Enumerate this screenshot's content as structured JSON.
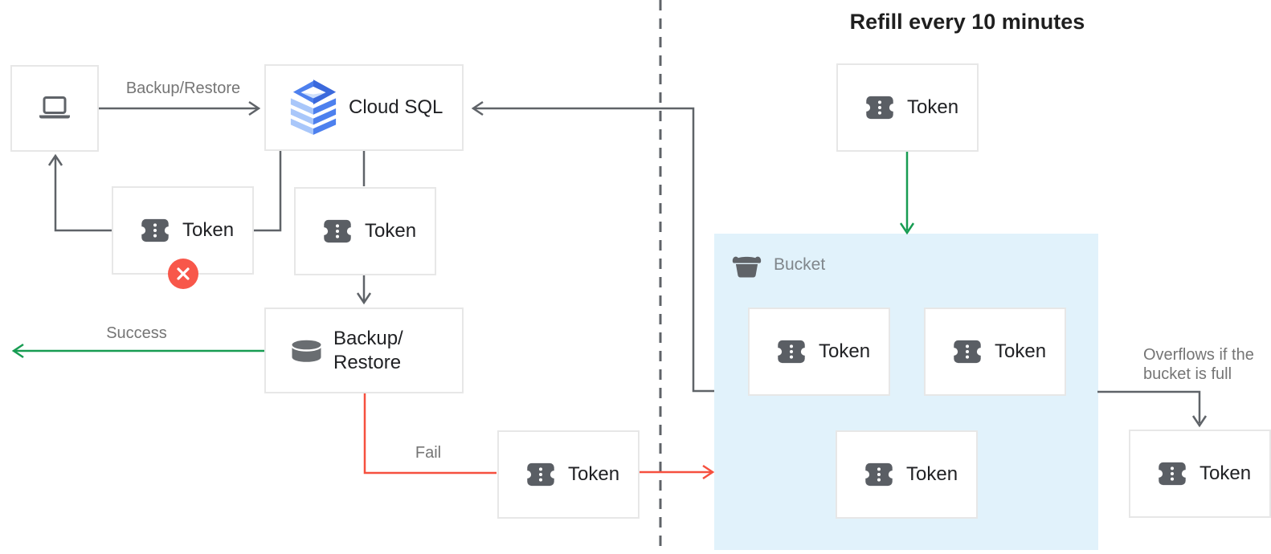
{
  "diagram": {
    "title": "Refill every 10 minutes",
    "cloud_sql": {
      "label": "Cloud SQL"
    },
    "backup_restore": {
      "lines": [
        "Backup/",
        "Restore"
      ]
    },
    "bucket": {
      "label": "Bucket"
    },
    "edge_labels": {
      "backup_restore": "Backup/Restore",
      "success": "Success",
      "fail": "Fail",
      "overflow": "Overflows if the bucket is full"
    },
    "tokens": [
      {
        "id": "token-refill",
        "label": "Token"
      },
      {
        "id": "token-denied",
        "label": "Token"
      },
      {
        "id": "token-acquired",
        "label": "Token"
      },
      {
        "id": "token-fail-return",
        "label": "Token"
      },
      {
        "id": "token-bucket-1",
        "label": "Token"
      },
      {
        "id": "token-bucket-2",
        "label": "Token"
      },
      {
        "id": "token-bucket-3",
        "label": "Token"
      },
      {
        "id": "token-overflow",
        "label": "Token"
      }
    ],
    "colors": {
      "connector_gray": "#5F6368",
      "success_green": "#179C52",
      "fail_red": "#F6503F",
      "error_badge_red": "#F8574A",
      "bucket_fill": "#E1F2FB",
      "box_border": "#E7E7E7",
      "label_gray": "#757575",
      "text_dark": "#202124",
      "cloud_sql_blue": "#4D80EE",
      "cloud_sql_light_blue": "#A9C7FA"
    }
  }
}
